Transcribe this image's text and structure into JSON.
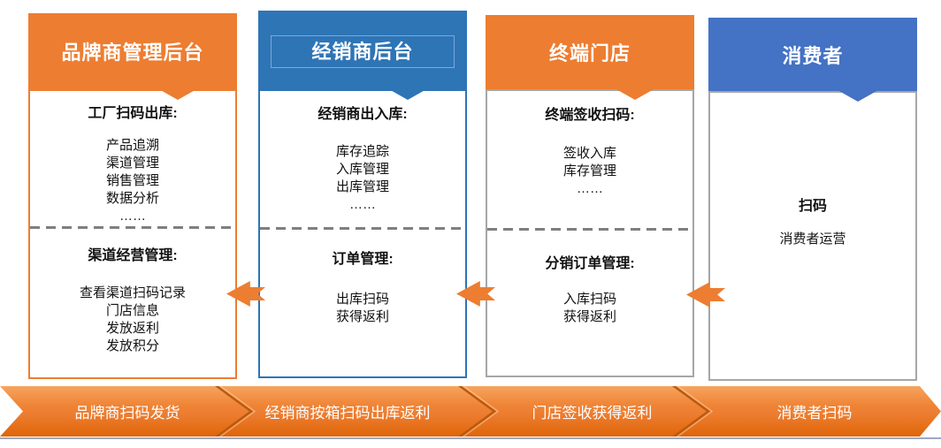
{
  "columns": [
    {
      "title": "品牌商管理后台",
      "sections": [
        {
          "title": "工厂扫码出库:",
          "items": [
            "产品追溯",
            "渠道管理",
            "销售管理",
            "数据分析",
            "……"
          ]
        },
        {
          "title": "渠道经营管理:",
          "items": [
            "查看渠道扫码记录",
            "门店信息",
            "发放返利",
            "发放积分"
          ]
        }
      ]
    },
    {
      "title": "经销商后台",
      "sections": [
        {
          "title": "经销商出入库:",
          "items": [
            "库存追踪",
            "入库管理",
            "出库管理",
            "……"
          ]
        },
        {
          "title": "订单管理:",
          "items": [
            "出库扫码",
            "获得返利"
          ]
        }
      ]
    },
    {
      "title": "终端门店",
      "sections": [
        {
          "title": "终端签收扫码:",
          "items": [
            "签收入库",
            "库存管理",
            "……"
          ]
        },
        {
          "title": "分销订单管理:",
          "items": [
            "入库扫码",
            "获得返利"
          ]
        }
      ]
    },
    {
      "title": "消费者",
      "sections": [
        {
          "title": "扫码",
          "items": [
            "消费者运营"
          ]
        }
      ]
    }
  ],
  "bottom_banner": {
    "segments": [
      "品牌商扫码发货",
      "经销商按箱扫码出库返利",
      "门店签收获得返利",
      "消费者扫码"
    ]
  },
  "colors": {
    "orange": "#ED7D31",
    "blue_dark": "#2E75B6",
    "blue_bright": "#4472C4",
    "gray_border": "#A6A6A6",
    "divider_gray": "#7F7F7F",
    "banner_top": "#F6A45E",
    "banner_bottom": "#DE650C",
    "baseline": "#9AA9C3"
  }
}
